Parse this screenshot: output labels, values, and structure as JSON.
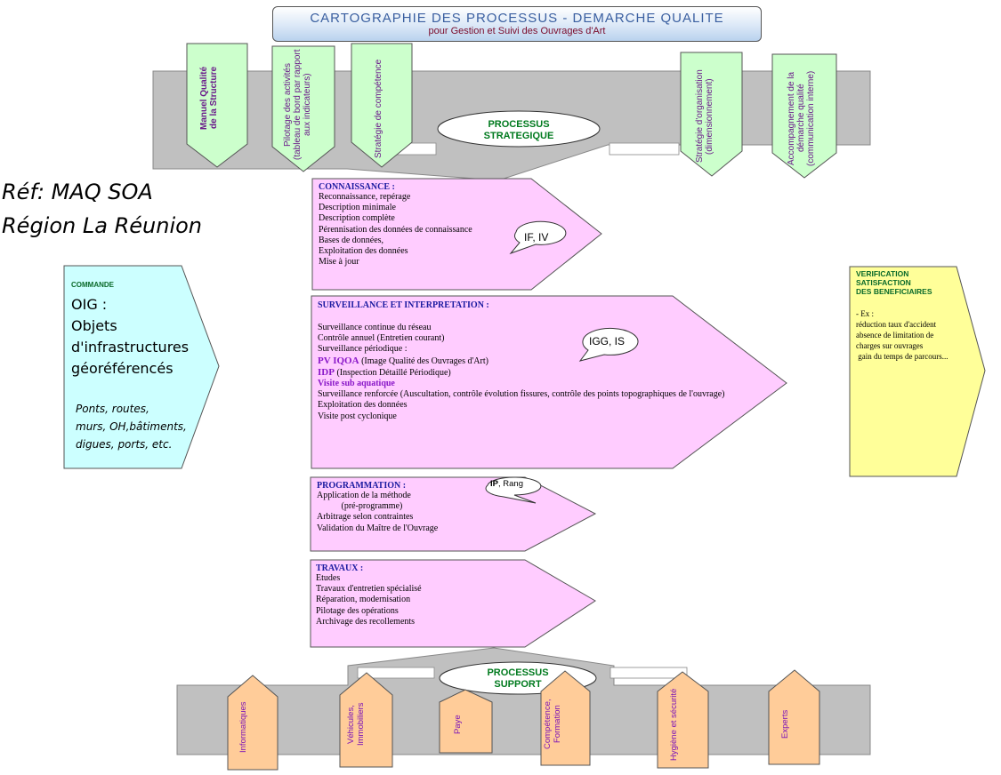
{
  "title": {
    "main": "CARTOGRAPHIE DES PROCESSUS - DEMARCHE QUALITE",
    "sub": "pour Gestion et Suivi des Ouvrages d'Art"
  },
  "reference": {
    "line1": "Réf: MAQ SOA",
    "line2": "Région La Réunion"
  },
  "strategic": {
    "label_line1": "PROCESSUS",
    "label_line2": "STRATEGIQUE",
    "arrows": [
      {
        "line1": "Manuel Qualité",
        "line2": "de la Structure"
      },
      {
        "line1": "Pilotage des activités",
        "line2": "(tableau de bord par rapport",
        "line3": "aux indicateurs)"
      },
      {
        "line1": "Stratégie de compétence"
      },
      {
        "line1": "Stratégie d'organisation",
        "line2": "(dimensionnement)"
      },
      {
        "line1": "Accompagnement de la",
        "line2": "démarche qualité",
        "line3": "(communication interne)"
      }
    ]
  },
  "commande": {
    "label": "COMMANDE",
    "big_lines": [
      "OIG :",
      "Objets",
      "d'infrastructures",
      "géoréférencés"
    ],
    "small_lines": [
      "Ponts, routes,",
      "murs, OH,bâtiments,",
      "digues, ports, etc."
    ]
  },
  "verification": {
    "label_lines": [
      "VERIFICATION",
      "SATISFACTION",
      "DES BENEFICIAIRES"
    ],
    "lines": [
      "- Ex :",
      "réduction taux d'accident",
      "absence de limitation de",
      "charges sur ouvrages",
      " gain du temps de parcours..."
    ]
  },
  "connaissance": {
    "title": "CONNAISSANCE :",
    "bubble": "IF, IV",
    "lines": [
      "Reconnaissance, repérage",
      "Description minimale",
      "Description complète",
      "Pérennisation des données de connaissance",
      "Bases de données,",
      "Exploitation des données",
      "Mise à jour"
    ]
  },
  "surveillance": {
    "title": "SURVEILLANCE ET INTERPRETATION :",
    "bubble": "IGG, IS",
    "lines_a": [
      "Surveillance continue du réseau",
      "Contrôle annuel (Entretien courant)",
      "Surveillance périodique :"
    ],
    "pv_code": "PV IQOA",
    "pv_text": " (Image Qualité des Ouvrages d'Art)",
    "idp_code": "IDP",
    "idp_text": " (Inspection Détaillé Périodique)",
    "visite_sub": "Visite sub aquatique",
    "lines_b": [
      "Surveillance renforcée (Auscultation, contrôle évolution fissures, contrôle des points topographiques de l'ouvrage)",
      "Exploitation des données",
      "Visite post cyclonique"
    ]
  },
  "programmation": {
    "title": "PROGRAMMATION :",
    "bubble_bold": "IP",
    "bubble_rest": ", Rang",
    "lines": [
      "Application de la méthode",
      "           (pré-programme)",
      "Arbitrage selon contraintes",
      "Validation du Maître de l'Ouvrage"
    ]
  },
  "travaux": {
    "title": "TRAVAUX :",
    "lines": [
      "Etudes",
      "Travaux d'entretien spécialisé",
      "Réparation, modernisation",
      "Pilotage des opérations",
      "Archivage des recollements"
    ]
  },
  "support": {
    "label_line1": "PROCESSUS",
    "label_line2": "SUPPORT",
    "items": [
      {
        "line1": "Informatiques"
      },
      {
        "line1": "Véhicules,",
        "line2": "Immobiliers"
      },
      {
        "line1": "Paye"
      },
      {
        "line1": "Compétence,",
        "line2": "Formation"
      },
      {
        "line1": "Hygiène et sécurité"
      },
      {
        "line1": "Experts"
      }
    ]
  },
  "colors": {
    "grey_band": "#c0c0c0",
    "strategic_green": "#ccffcc",
    "process_pink": "#ffccff",
    "commande_cyan": "#ccffff",
    "verification_yellow": "#ffff99",
    "support_orange": "#ffcc99",
    "title_text_blue": "#3a5fa0",
    "green_label": "#007a1e",
    "purple_text": "#8a18c8"
  }
}
